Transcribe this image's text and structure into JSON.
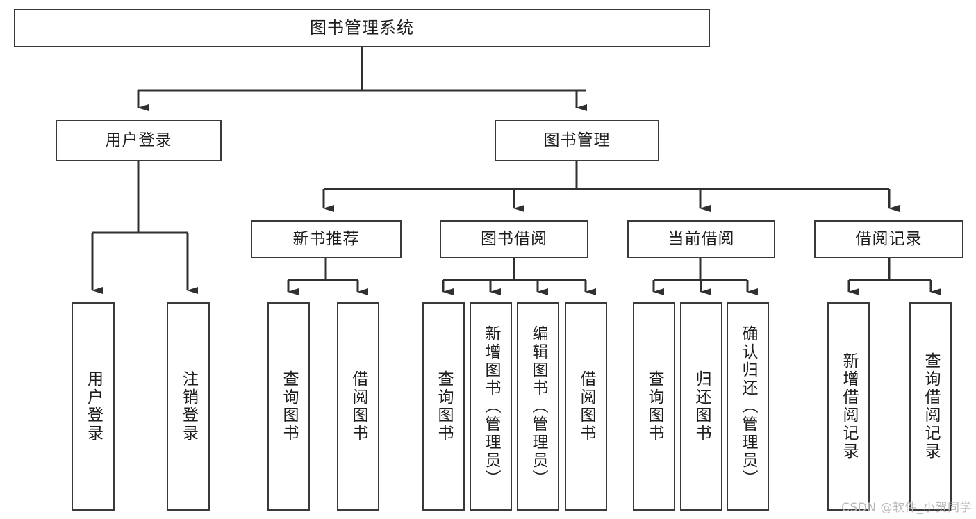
{
  "diagram": {
    "type": "tree-hierarchy-chart",
    "title": "图书管理系统",
    "watermark": "CSDN @软件_小贺同学",
    "colors": {
      "border": "#3a3a3a",
      "background": "#ffffff",
      "text": "#1d1d1d",
      "watermark": "#b9b9b9"
    },
    "nodes": {
      "root": {
        "label": "图书管理系统"
      },
      "level2": [
        {
          "label": "用户登录"
        },
        {
          "label": "图书管理"
        }
      ],
      "level3": [
        {
          "label": "新书推荐"
        },
        {
          "label": "图书借阅"
        },
        {
          "label": "当前借阅"
        },
        {
          "label": "借阅记录"
        }
      ],
      "leaves": [
        {
          "label": "用户登录"
        },
        {
          "label": "注销登录"
        },
        {
          "label": "查询图书"
        },
        {
          "label": "借阅图书"
        },
        {
          "label": "查询图书"
        },
        {
          "label": "新增图书（管理员）"
        },
        {
          "label": "编辑图书（管理员）"
        },
        {
          "label": "借阅图书"
        },
        {
          "label": "查询图书"
        },
        {
          "label": "归还图书"
        },
        {
          "label": "确认归还（管理员）"
        },
        {
          "label": "新增借阅记录"
        },
        {
          "label": "查询借阅记录"
        }
      ]
    },
    "edges": [
      {
        "from": "图书管理系统",
        "to": "用户登录"
      },
      {
        "from": "图书管理系统",
        "to": "图书管理"
      },
      {
        "from": "用户登录",
        "to": "用户登录"
      },
      {
        "from": "用户登录",
        "to": "注销登录"
      },
      {
        "from": "图书管理",
        "to": "新书推荐"
      },
      {
        "from": "图书管理",
        "to": "图书借阅"
      },
      {
        "from": "图书管理",
        "to": "当前借阅"
      },
      {
        "from": "图书管理",
        "to": "借阅记录"
      },
      {
        "from": "新书推荐",
        "to": "查询图书"
      },
      {
        "from": "新书推荐",
        "to": "借阅图书"
      },
      {
        "from": "图书借阅",
        "to": "查询图书"
      },
      {
        "from": "图书借阅",
        "to": "新增图书（管理员）"
      },
      {
        "from": "图书借阅",
        "to": "编辑图书（管理员）"
      },
      {
        "from": "图书借阅",
        "to": "借阅图书"
      },
      {
        "from": "当前借阅",
        "to": "查询图书"
      },
      {
        "from": "当前借阅",
        "to": "归还图书"
      },
      {
        "from": "当前借阅",
        "to": "确认归还（管理员）"
      },
      {
        "from": "借阅记录",
        "to": "新增借阅记录"
      },
      {
        "from": "借阅记录",
        "to": "查询借阅记录"
      }
    ]
  }
}
